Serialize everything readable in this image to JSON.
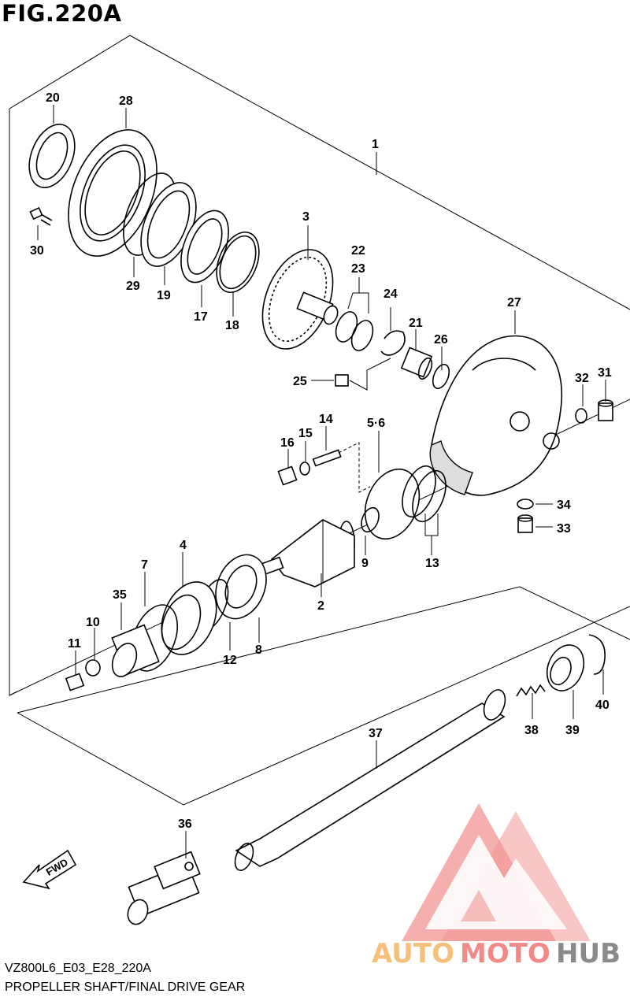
{
  "figure": {
    "title": "FIG.220A"
  },
  "footer": {
    "code": "VZ800L6_E03_E28_220A",
    "caption": "PROPELLER SHAFT/FINAL DRIVE GEAR"
  },
  "direction_arrow": {
    "label": "FWD"
  },
  "watermark": {
    "brand_left": "AUTO",
    "brand_mid": "MOTO",
    "brand_right": "HUB"
  },
  "callouts": [
    {
      "id": "c1",
      "text": "1"
    },
    {
      "id": "c2",
      "text": "2"
    },
    {
      "id": "c3",
      "text": "3"
    },
    {
      "id": "c4",
      "text": "4"
    },
    {
      "id": "c56",
      "text": "5·6"
    },
    {
      "id": "c7",
      "text": "7"
    },
    {
      "id": "c8",
      "text": "8"
    },
    {
      "id": "c9",
      "text": "9"
    },
    {
      "id": "c10",
      "text": "10"
    },
    {
      "id": "c11",
      "text": "11"
    },
    {
      "id": "c12",
      "text": "12"
    },
    {
      "id": "c13",
      "text": "13"
    },
    {
      "id": "c14",
      "text": "14"
    },
    {
      "id": "c15",
      "text": "15"
    },
    {
      "id": "c16",
      "text": "16"
    },
    {
      "id": "c17",
      "text": "17"
    },
    {
      "id": "c18",
      "text": "18"
    },
    {
      "id": "c19",
      "text": "19"
    },
    {
      "id": "c20",
      "text": "20"
    },
    {
      "id": "c21",
      "text": "21"
    },
    {
      "id": "c22",
      "text": "22"
    },
    {
      "id": "c23",
      "text": "23"
    },
    {
      "id": "c24",
      "text": "24"
    },
    {
      "id": "c25",
      "text": "25"
    },
    {
      "id": "c26",
      "text": "26"
    },
    {
      "id": "c27",
      "text": "27"
    },
    {
      "id": "c28",
      "text": "28"
    },
    {
      "id": "c29",
      "text": "29"
    },
    {
      "id": "c30",
      "text": "30"
    },
    {
      "id": "c31",
      "text": "31"
    },
    {
      "id": "c32",
      "text": "32"
    },
    {
      "id": "c33",
      "text": "33"
    },
    {
      "id": "c34",
      "text": "34"
    },
    {
      "id": "c35",
      "text": "35"
    },
    {
      "id": "c36",
      "text": "36"
    },
    {
      "id": "c37",
      "text": "37"
    },
    {
      "id": "c38",
      "text": "38"
    },
    {
      "id": "c39",
      "text": "39"
    },
    {
      "id": "c40",
      "text": "40"
    }
  ],
  "colors": {
    "watermark_red": "#f08a86",
    "watermark_orange": "#f6c07a",
    "watermark_gray": "#8a8a8a"
  }
}
